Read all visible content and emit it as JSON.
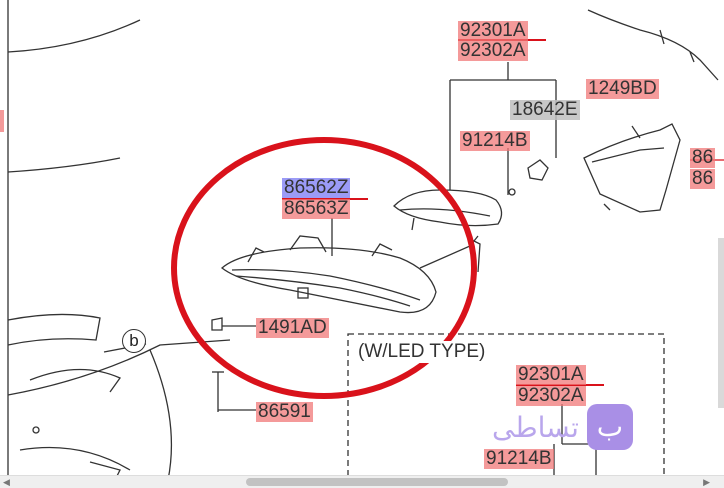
{
  "labels": {
    "p92301a_top": "92301A",
    "p92302a_top": "92302A",
    "p1249bd": "1249BD",
    "p18642e": "18642E",
    "p91214b_top": "91214B",
    "p86562z": "86562Z",
    "p86563z": "86563Z",
    "p1491ad": "1491AD",
    "p86591": "86591",
    "p92301a_led": "92301A",
    "p92302a_led": "92302A",
    "p91214b_led": "91214B",
    "p_edge1": "86",
    "p_edge2": "86"
  },
  "callout": "b",
  "led_box_title": "(W/LED TYPE)",
  "watermark": {
    "text": "تساطی",
    "logo": "ب"
  },
  "colors": {
    "highlight_red": "#f07878",
    "highlight_blue": "#8282f5",
    "highlight_gray": "#bebebe",
    "circle_red": "#d9121b"
  }
}
